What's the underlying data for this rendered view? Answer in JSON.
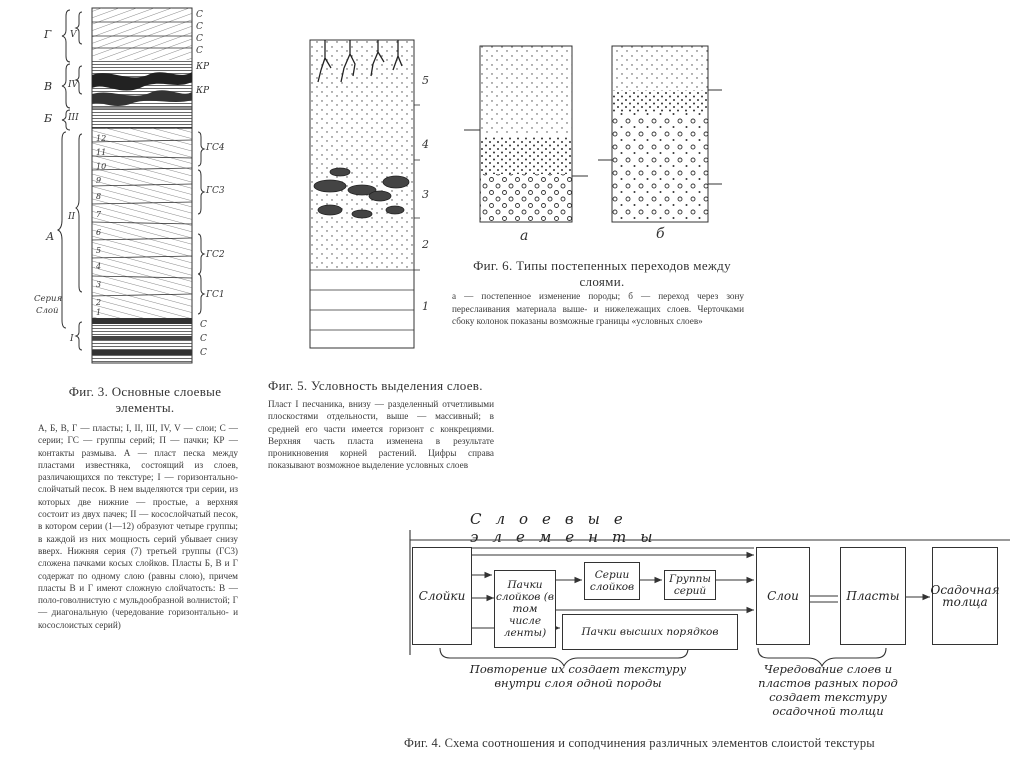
{
  "fig3": {
    "caption_title": "Фиг. 3. Основные слоевые элементы.",
    "caption_body": "А, Б, В, Г — пласты; I, II, III, IV, V — слои; С — серии; ГС — группы серий; П — пачки; КР — контакты размыва. А — пласт песка между пластами известняка, состоящий из слоев, различающихся по текстуре; I — горизонтально-слойчатый песок. В нем выделяются три серии, из которых две нижние — простые, а верхняя состоит из двух пачек; II — косослойчатый песок, в котором серии (1—12) образуют четыре группы; в каждой из них мощность серий убывает снизу вверх. Нижняя серия (7) третьей группы (ГС3) сложена пачками косых слойков. Пласты Б, В и Г содержат по одному слою (равны слою), причем пласты В и Г имеют сложную слойчатость: В — поло-говолнистую с мульдообразной волнистой; Г — диагональную (чередование горизонтально- и косослоистых серий)",
    "left_labels": [
      "Г",
      "В",
      "Б",
      "А",
      "Серия",
      "Слой"
    ],
    "roman_labels": [
      "V",
      "IV",
      "III",
      "II",
      "I"
    ],
    "series_labels": [
      "С",
      "С",
      "С",
      "С",
      "КР",
      "КР",
      "С",
      "С",
      "С"
    ],
    "group_labels": [
      "ГС4",
      "ГС3",
      "ГС2",
      "ГС1"
    ],
    "numbers": [
      "12",
      "11",
      "10",
      "9",
      "8",
      "7",
      "6",
      "5",
      "4",
      "3",
      "2",
      "1"
    ]
  },
  "fig5": {
    "caption_title": "Фиг. 5. Условность выделения слоев.",
    "caption_body": "Пласт I песчаника, внизу — разделенный отчетливыми плоскостями отдельности, выше — массивный; в средней его части имеется горизонт с конкрециями. Верхняя часть пласта изменена в результате проникновения корней растений. Цифры справа показывают возможное выделение условных слоев",
    "layer_numbers": [
      "5",
      "4",
      "3",
      "2",
      "1"
    ]
  },
  "fig6": {
    "caption_title": "Фиг. 6. Типы постепенных переходов между слоями.",
    "caption_body": "а — постепенное изменение породы; б — переход через зону переслаивания материала выше- и нижележащих слоев. Черточками сбоку колонок показаны возможные границы «условных слоев»",
    "col_a": "а",
    "col_b": "б"
  },
  "fig4": {
    "header": "Слоевые элементы",
    "boxes": {
      "sloiki": "Слойки",
      "pachki": "Пачки слойков (в том числе ленты)",
      "serii": "Серии слойков",
      "gruppy": "Группы серий",
      "pachki_vysshikh": "Пачки высших порядков",
      "sloi": "Слои",
      "plasty": "Пласты",
      "tolshcha": "Осадочная толща"
    },
    "note_left": "Повторение их создает текстуру внутри слоя одной породы",
    "note_right": "Чередование слоев и пластов разных пород создает текстуру осадочной толщи",
    "caption": "Фиг. 4. Схема соотношения и соподчинения различных элементов слоистой текстуры"
  }
}
